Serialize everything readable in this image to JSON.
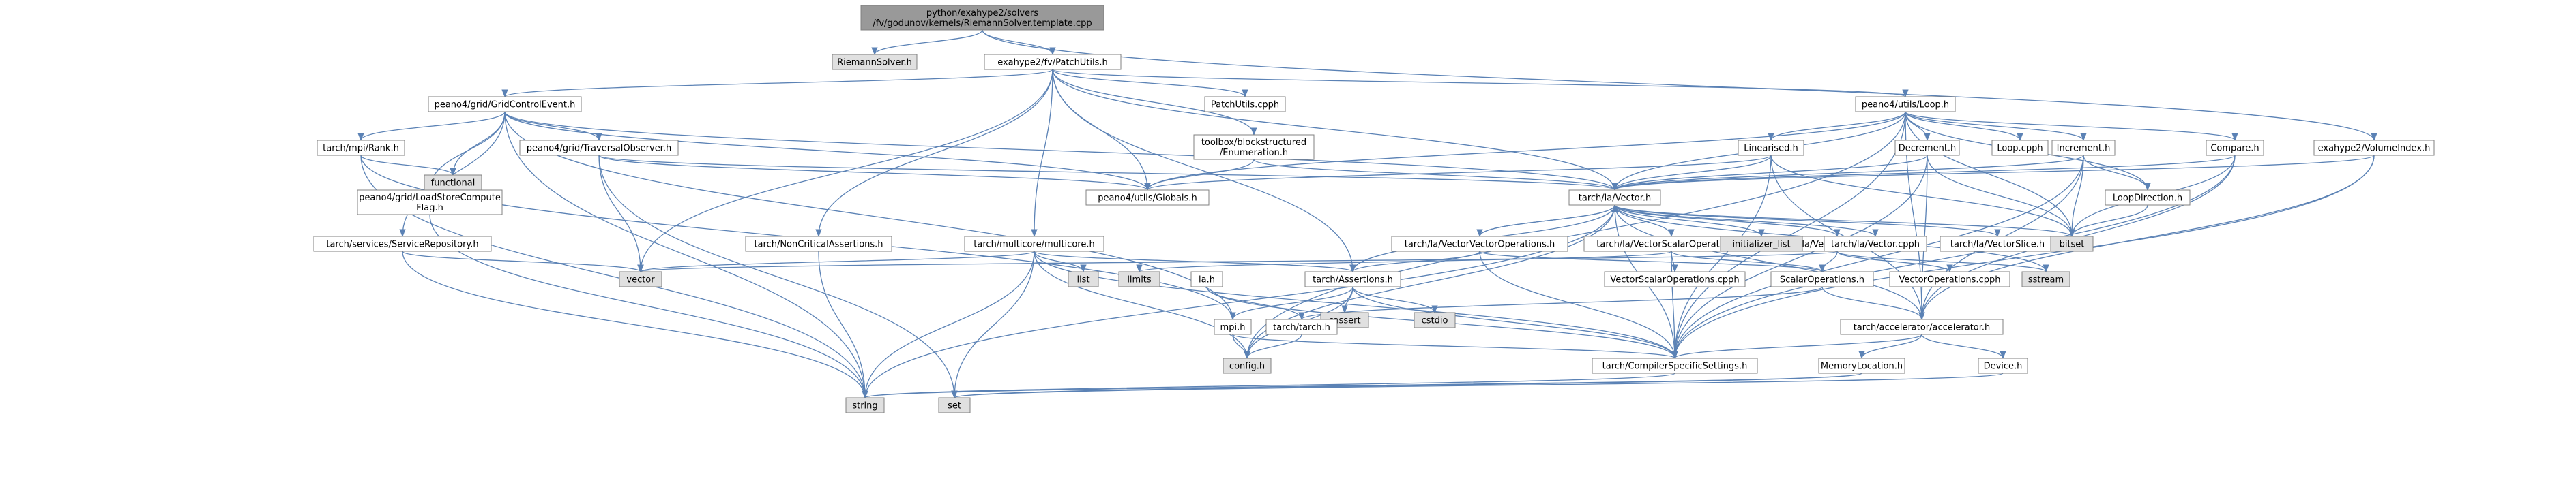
{
  "colors": {
    "edge": "#5b82b5",
    "red_text": "#ff0000",
    "node_fill_root": "#999999",
    "node_fill_default": "#ffffff",
    "node_fill_system": "#e0e0e0",
    "node_stroke": "#808080"
  },
  "nodes": [
    {
      "id": "root",
      "lines": [
        "python/exahype2/solvers",
        "/fv/godunov/kernels/RiemannSolver.template.cpp"
      ],
      "kind": "root"
    },
    {
      "id": "riemann",
      "lines": [
        "RiemannSolver.h"
      ],
      "kind": "system"
    },
    {
      "id": "patchutils",
      "lines": [
        "exahype2/fv/PatchUtils.h"
      ],
      "kind": "default"
    },
    {
      "id": "gridcontrol",
      "lines": [
        "peano4/grid/GridControlEvent.h"
      ],
      "kind": "default"
    },
    {
      "id": "patchutilscpph",
      "lines": [
        "PatchUtils.cpph"
      ],
      "kind": "default"
    },
    {
      "id": "loop",
      "lines": [
        "peano4/utils/Loop.h"
      ],
      "kind": "default"
    },
    {
      "id": "rank",
      "lines": [
        "tarch/mpi/Rank.h"
      ],
      "kind": "red"
    },
    {
      "id": "functional",
      "lines": [
        "functional"
      ],
      "kind": "system"
    },
    {
      "id": "traversal",
      "lines": [
        "peano4/grid/TraversalObserver.h"
      ],
      "kind": "red"
    },
    {
      "id": "blockenum",
      "lines": [
        "toolbox/blockstructured",
        "/Enumeration.h"
      ],
      "kind": "default"
    },
    {
      "id": "linearised",
      "lines": [
        "Linearised.h"
      ],
      "kind": "red"
    },
    {
      "id": "decrement",
      "lines": [
        "Decrement.h"
      ],
      "kind": "red"
    },
    {
      "id": "loopcpph",
      "lines": [
        "Loop.cpph"
      ],
      "kind": "default"
    },
    {
      "id": "increment",
      "lines": [
        "Increment.h"
      ],
      "kind": "red"
    },
    {
      "id": "compare",
      "lines": [
        "Compare.h"
      ],
      "kind": "red"
    },
    {
      "id": "volumeindex",
      "lines": [
        "exahype2/VolumeIndex.h"
      ],
      "kind": "default"
    },
    {
      "id": "loadstore",
      "lines": [
        "peano4/grid/LoadStoreCompute",
        "Flag.h"
      ],
      "kind": "default"
    },
    {
      "id": "globals",
      "lines": [
        "peano4/utils/Globals.h"
      ],
      "kind": "default"
    },
    {
      "id": "vector",
      "lines": [
        "tarch/la/Vector.h"
      ],
      "kind": "default"
    },
    {
      "id": "loopdirection",
      "lines": [
        "LoopDirection.h"
      ],
      "kind": "default"
    },
    {
      "id": "servicerepo",
      "lines": [
        "tarch/services/ServiceRepository.h"
      ],
      "kind": "red"
    },
    {
      "id": "noncritical",
      "lines": [
        "tarch/NonCriticalAssertions.h"
      ],
      "kind": "default"
    },
    {
      "id": "multicore",
      "lines": [
        "tarch/multicore/multicore.h"
      ],
      "kind": "default"
    },
    {
      "id": "vecvecops",
      "lines": [
        "tarch/la/VectorVectorOperations.h"
      ],
      "kind": "red"
    },
    {
      "id": "vecscalarops",
      "lines": [
        "tarch/la/VectorScalarOperations.h"
      ],
      "kind": "default"
    },
    {
      "id": "vecops",
      "lines": [
        "tarch/la/VectorOperations.h"
      ],
      "kind": "default"
    },
    {
      "id": "initlist",
      "lines": [
        "initializer_list"
      ],
      "kind": "system"
    },
    {
      "id": "vectorcpph",
      "lines": [
        "tarch/la/Vector.cpph"
      ],
      "kind": "default"
    },
    {
      "id": "vecslice",
      "lines": [
        "tarch/la/VectorSlice.h"
      ],
      "kind": "red"
    },
    {
      "id": "bitset",
      "lines": [
        "bitset"
      ],
      "kind": "system"
    },
    {
      "id": "vectorstd",
      "lines": [
        "vector"
      ],
      "kind": "system"
    },
    {
      "id": "list",
      "lines": [
        "list"
      ],
      "kind": "system"
    },
    {
      "id": "limits",
      "lines": [
        "limits"
      ],
      "kind": "system"
    },
    {
      "id": "lah",
      "lines": [
        "la.h"
      ],
      "kind": "default"
    },
    {
      "id": "assertions",
      "lines": [
        "tarch/Assertions.h"
      ],
      "kind": "default"
    },
    {
      "id": "vecscalarcpph",
      "lines": [
        "VectorScalarOperations.cpph"
      ],
      "kind": "default"
    },
    {
      "id": "scalarops",
      "lines": [
        "ScalarOperations.h"
      ],
      "kind": "red"
    },
    {
      "id": "vecopscpph",
      "lines": [
        "VectorOperations.cpph"
      ],
      "kind": "default"
    },
    {
      "id": "sstream",
      "lines": [
        "sstream"
      ],
      "kind": "system"
    },
    {
      "id": "cassert",
      "lines": [
        "cassert"
      ],
      "kind": "system"
    },
    {
      "id": "cstdio",
      "lines": [
        "cstdio"
      ],
      "kind": "system"
    },
    {
      "id": "mpi",
      "lines": [
        "mpi.h"
      ],
      "kind": "default"
    },
    {
      "id": "tarchh",
      "lines": [
        "tarch/tarch.h"
      ],
      "kind": "default"
    },
    {
      "id": "accelerator",
      "lines": [
        "tarch/accelerator/accelerator.h"
      ],
      "kind": "default"
    },
    {
      "id": "config",
      "lines": [
        "config.h"
      ],
      "kind": "system"
    },
    {
      "id": "compiler",
      "lines": [
        "tarch/CompilerSpecificSettings.h"
      ],
      "kind": "default"
    },
    {
      "id": "memloc",
      "lines": [
        "MemoryLocation.h"
      ],
      "kind": "default"
    },
    {
      "id": "device",
      "lines": [
        "Device.h"
      ],
      "kind": "red"
    },
    {
      "id": "string",
      "lines": [
        "string"
      ],
      "kind": "system"
    },
    {
      "id": "set",
      "lines": [
        "set"
      ],
      "kind": "system"
    }
  ]
}
